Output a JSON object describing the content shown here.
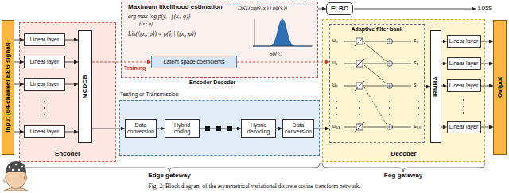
{
  "diagram": {
    "caption": "Fig. 2: Block diagram of the asymmetrical variational discrete cosine transform network.",
    "nodes": [
      {
        "text": [
          "Input (64-channel EEG signal)"
        ]
      },
      {
        "text": [
          "Encoder"
        ]
      },
      {
        "text": [
          "Linear layer"
        ],
        "in": 1
      },
      {
        "text": [
          "Linear layer"
        ],
        "in": 1
      },
      {
        "text": [
          "Linear layer"
        ],
        "in": 1
      },
      {
        "text": [
          "Linear layer"
        ],
        "in": 1
      },
      {
        "text": [
          "MCDCB"
        ],
        "in": 1
      },
      {
        "text": [
          "Maximum likelihood estimation",
          "arg max log p(ŷᵢ | fᵢ(xᵢ; φ))",
          "fᵢ(xᵢ; φ)",
          "Lik(fᵢ(xᵢ; φ)) ∝ p(ŷᵢ | fᵢ(xᵢ; φ))",
          "DKL(qφ(ŷᵢ|xᵢ) ‖ pθ(ŷᵢ))",
          "pθ(ŷᵢ)"
        ]
      },
      {
        "text": [
          "Latent space coefficients"
        ],
        "in": 7
      },
      {
        "text": [
          "ELBO"
        ]
      },
      {
        "text": [
          "Testing or Transmission"
        ]
      },
      {
        "text": [
          "Data conversion"
        ],
        "in": 10
      },
      {
        "text": [
          "Hybrid coding"
        ],
        "in": 10
      },
      {
        "text": [
          "Hybrid decoding"
        ],
        "in": 10
      },
      {
        "text": [
          "Data conversion"
        ],
        "in": 10
      },
      {
        "text": [
          "Decoder"
        ]
      },
      {
        "text": [
          "Adaptive filter bank"
        ],
        "in": 15
      },
      {
        "text": [
          "IRMHA"
        ],
        "in": 15
      },
      {
        "text": [
          "Linear layer"
        ],
        "in": 15
      },
      {
        "text": [
          "Linear layer"
        ],
        "in": 15
      },
      {
        "text": [
          "Linear layer"
        ],
        "in": 15
      },
      {
        "text": [
          "Linear layer"
        ],
        "in": 15
      },
      {
        "text": [
          "Output"
        ]
      }
    ],
    "edges": [
      {
        "from": 0,
        "to": 2,
        "arrow": "to"
      },
      {
        "from": 0,
        "to": 3,
        "arrow": "to"
      },
      {
        "from": 0,
        "to": 4,
        "arrow": "to"
      },
      {
        "from": 0,
        "to": 5,
        "arrow": "to"
      },
      {
        "from": 2,
        "to": 6,
        "arrow": "to"
      },
      {
        "from": 3,
        "to": 6,
        "arrow": "to"
      },
      {
        "from": 4,
        "to": 6,
        "arrow": "to"
      },
      {
        "from": 5,
        "to": 6,
        "arrow": "to"
      },
      {
        "from": 6,
        "to": 8,
        "arrow": "to"
      },
      {
        "from": 8,
        "to": 16,
        "arrow": "to"
      },
      {
        "from": 7,
        "to": 9,
        "arrow": "to"
      },
      {
        "from": 6,
        "to": 11,
        "arrow": "to"
      },
      {
        "from": 11,
        "to": 12,
        "arrow": "to"
      },
      {
        "from": 12,
        "to": 13,
        "arrow": "to"
      },
      {
        "from": 13,
        "to": 14,
        "arrow": "to"
      },
      {
        "from": 14,
        "to": 16,
        "arrow": "to"
      },
      {
        "from": 16,
        "to": 17,
        "arrow": "to"
      },
      {
        "from": 17,
        "to": 18,
        "arrow": "to"
      },
      {
        "from": 17,
        "to": 19,
        "arrow": "to"
      },
      {
        "from": 17,
        "to": 20,
        "arrow": "to"
      },
      {
        "from": 17,
        "to": 21,
        "arrow": "to"
      },
      {
        "from": 18,
        "to": 22,
        "arrow": "to"
      },
      {
        "from": 19,
        "to": 22,
        "arrow": "to"
      },
      {
        "from": 20,
        "to": 22,
        "arrow": "to"
      },
      {
        "from": 21,
        "to": 22,
        "arrow": "to"
      }
    ],
    "labels": [
      "Training",
      "Encoder-Decoder",
      "Loss",
      "Edge gateway",
      "Fog gateway",
      "u₀",
      "u₁",
      "u₂",
      "u₆₃",
      "s₀",
      "s₁",
      "s₂",
      "s₆₃"
    ]
  }
}
